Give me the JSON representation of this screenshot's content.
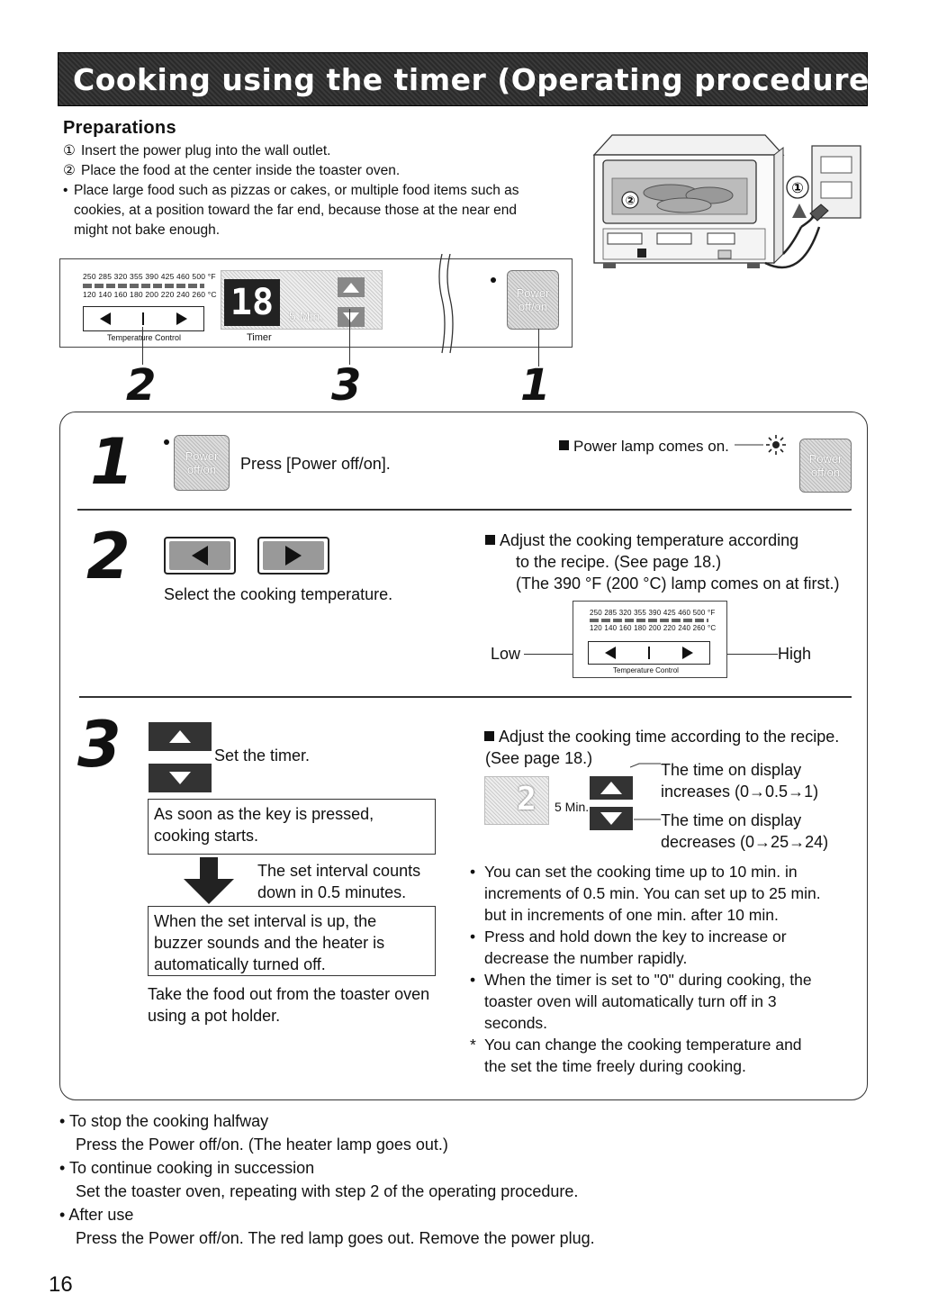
{
  "title": "Cooking using the timer (Operating procedure)",
  "preparations": {
    "heading": "Preparations",
    "items": [
      {
        "mark": "①",
        "text": "Insert the power plug into the wall outlet."
      },
      {
        "mark": "②",
        "text": "Place the food at the center inside the toaster oven."
      },
      {
        "mark": "•",
        "text": "Place large food such as pizzas or cakes, or multiple food items such as"
      },
      {
        "mark": "",
        "text": "cookies, at a position toward the far end, because those at the near end"
      },
      {
        "mark": "",
        "text": "might not bake enough."
      }
    ]
  },
  "oven": {
    "callout_1": "①",
    "callout_2": "②"
  },
  "panel": {
    "scale_f": "250 285 320 355 390 425 460 500 °F",
    "scale_c": "120 140 160 180 200 220 240 260 °C",
    "temp_label": "Temperature Control",
    "lcd_value": "18",
    "timer_unit": "5 Min.",
    "timer_label": "Timer",
    "power_line1": "Power",
    "power_line2": "off/on",
    "callouts": [
      "2",
      "3",
      "1"
    ]
  },
  "step1": {
    "num": "1",
    "instruction": "Press [Power off/on].",
    "note": "Power lamp comes on.",
    "power_line1": "Power",
    "power_line2": "off/on"
  },
  "step2": {
    "num": "2",
    "instruction": "Select the cooking temperature.",
    "note_lines": [
      "Adjust the cooking temperature according",
      "to the recipe. (See page 18.)",
      "(The 390 °F (200 °C) lamp comes on at first.)"
    ],
    "low": "Low",
    "high": "High"
  },
  "step3": {
    "num": "3",
    "instruction": "Set the timer.",
    "box1": [
      "As soon as the key is pressed,",
      "cooking starts."
    ],
    "countdown": [
      "The set interval counts",
      "down in 0.5 minutes."
    ],
    "box2": [
      "When the set interval is up, the",
      "buzzer sounds and the heater is",
      "automatically turned off."
    ],
    "takeout": [
      "Take the food out from the toaster oven",
      "using a pot holder."
    ],
    "note_lines": [
      "Adjust the cooking time according to the recipe.",
      "(See page 18.)"
    ],
    "lcd_value": "2",
    "lcd_unit": "5 Min.",
    "increase": [
      "The time on display",
      "increases (0→0.5→1)"
    ],
    "decrease": [
      "The time on display",
      "decreases (0→25→24)"
    ],
    "bullets": [
      {
        "mark": "•",
        "lines": [
          "You can set the cooking time up to 10 min. in",
          "increments of 0.5 min. You can set up to 25 min.",
          "but in increments of one min. after 10 min."
        ]
      },
      {
        "mark": "•",
        "lines": [
          "Press and hold down the key to increase or",
          "decrease the number rapidly."
        ]
      },
      {
        "mark": "•",
        "lines": [
          "When the timer is set to \"0\" during cooking, the",
          "toaster oven will automatically turn off in 3",
          "seconds."
        ]
      },
      {
        "mark": "*",
        "lines": [
          "You can change the cooking temperature and",
          "the set the time freely during cooking."
        ]
      }
    ]
  },
  "footer": [
    {
      "head": "To stop the cooking halfway",
      "body": "Press the Power off/on. (The heater lamp goes out.)"
    },
    {
      "head": "To continue cooking in succession",
      "body": "Set the toaster oven, repeating with step 2 of the operating procedure."
    },
    {
      "head": "After use",
      "body": "Press the Power off/on. The red lamp goes out. Remove the power plug."
    }
  ],
  "page_number": "16"
}
